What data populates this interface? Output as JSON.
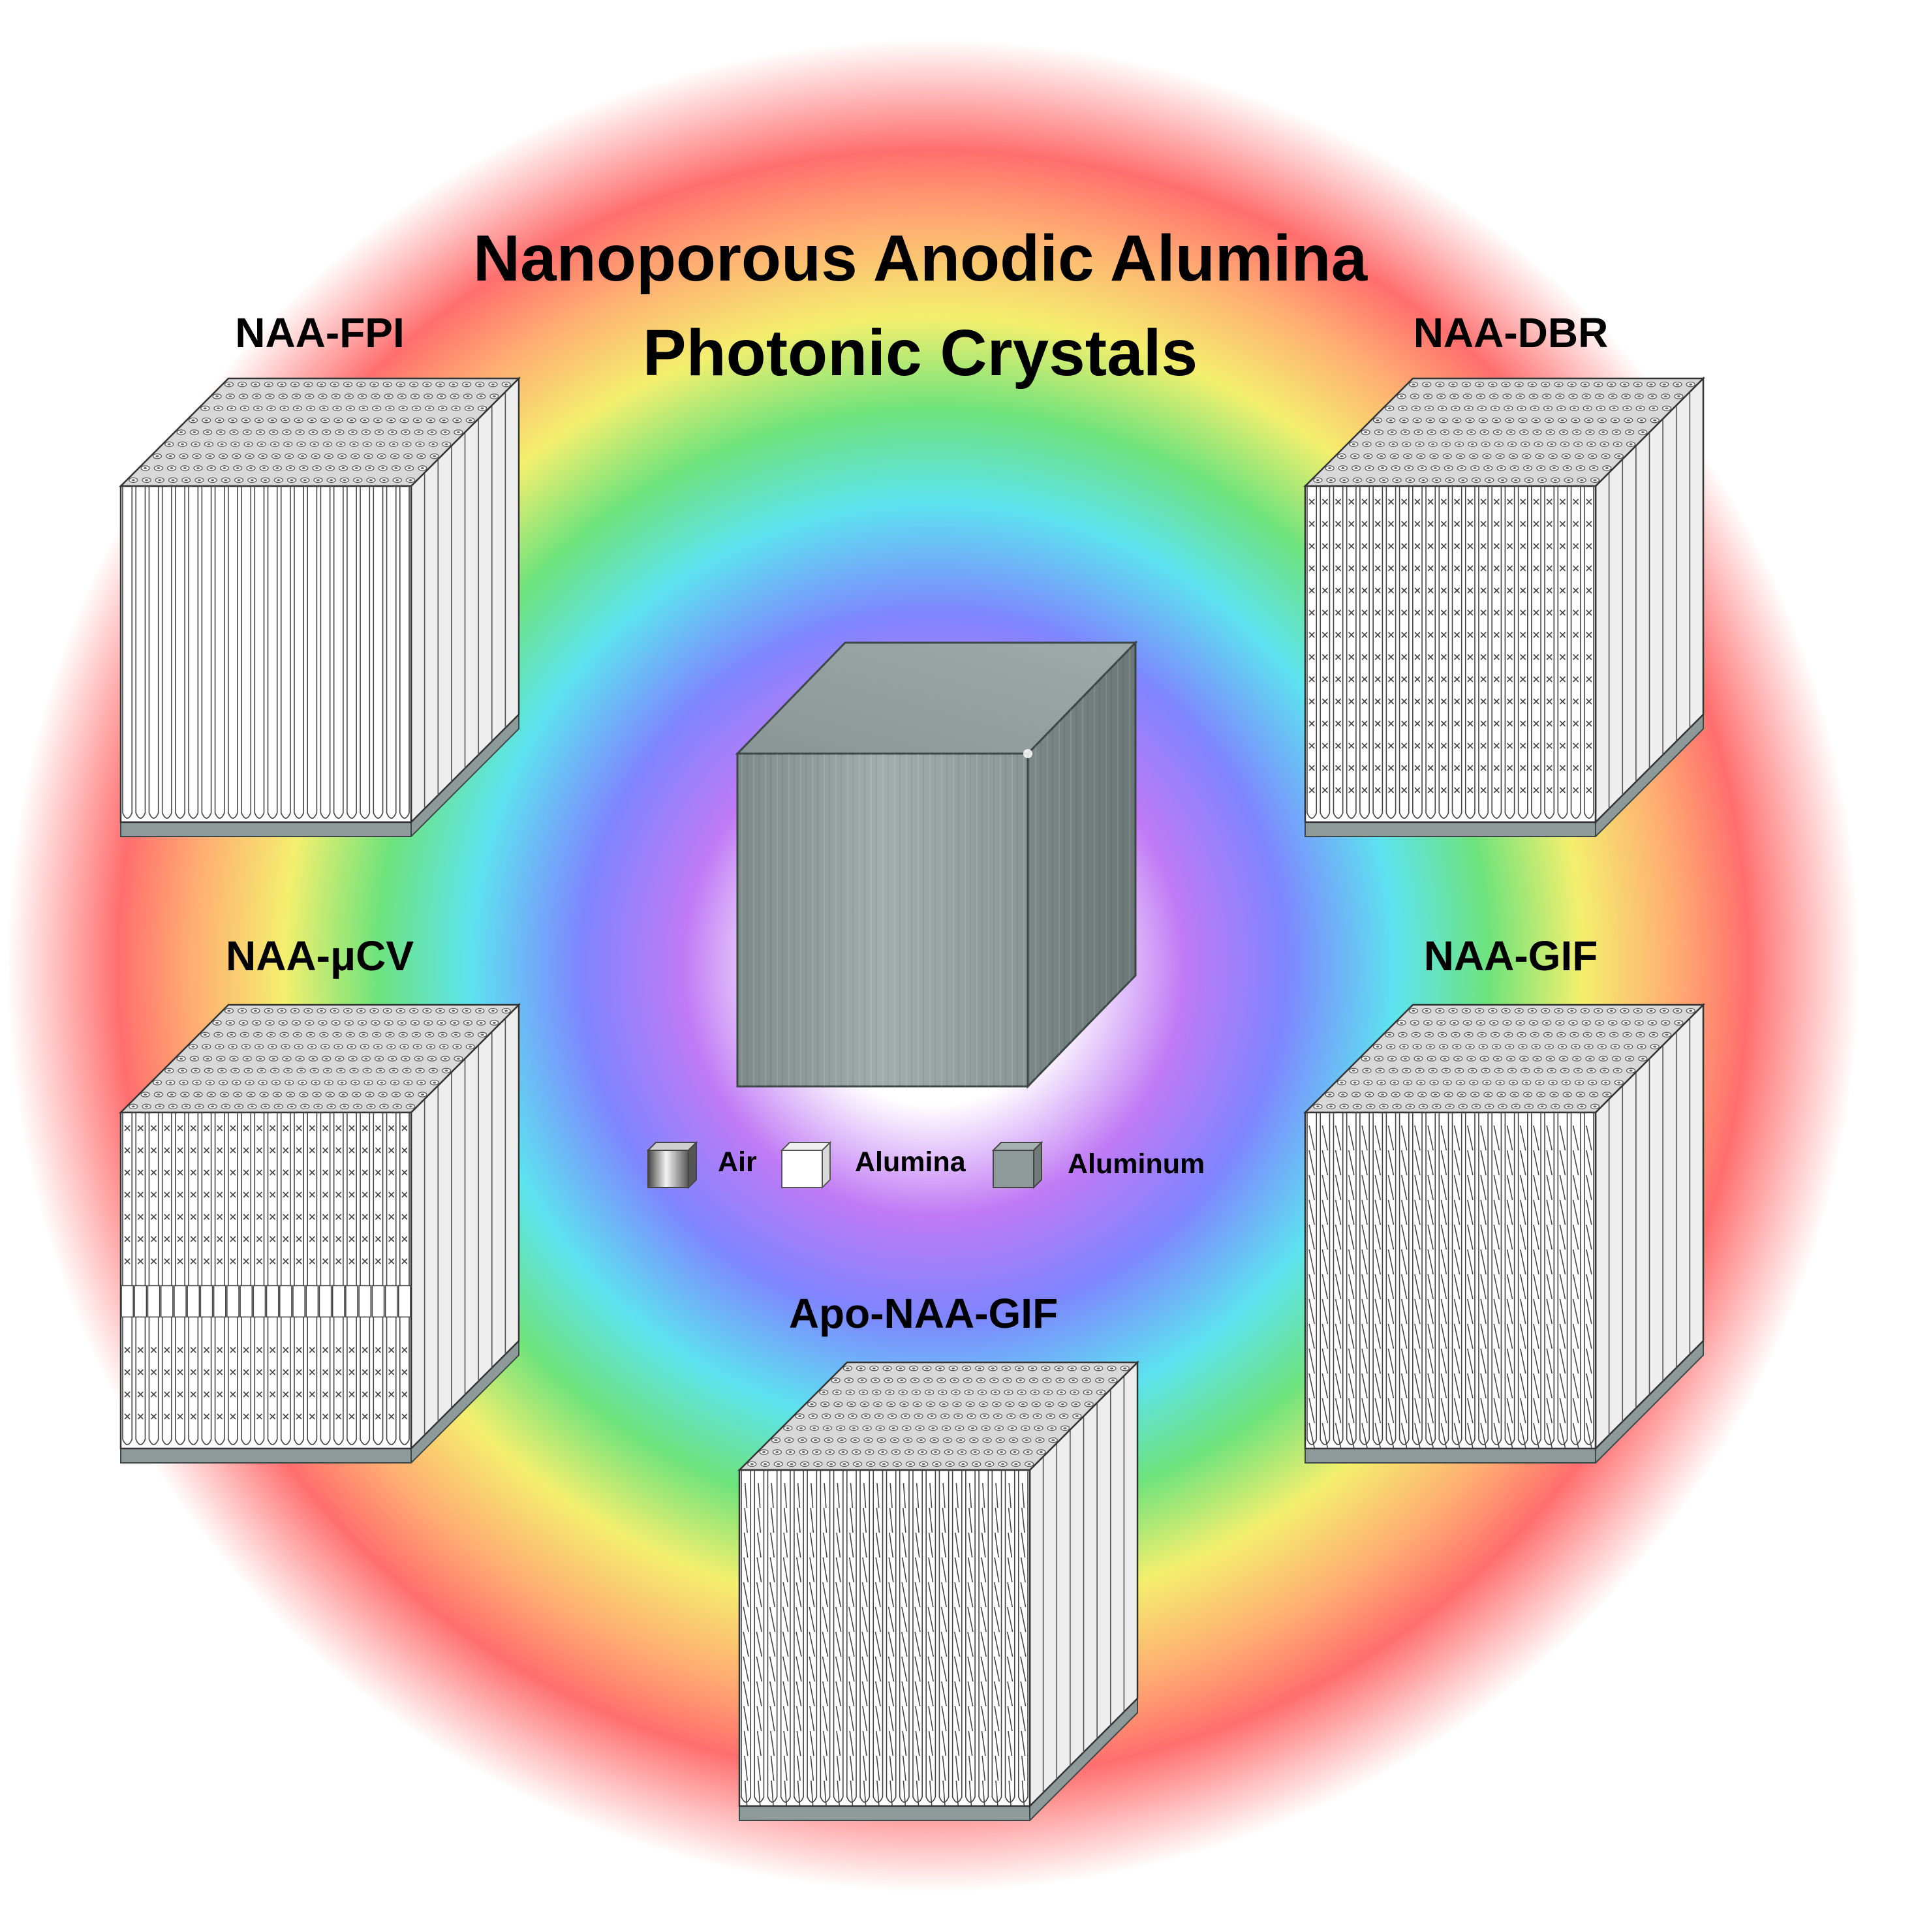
{
  "title": {
    "line1": "Nanoporous Anodic Alumina",
    "line2": "Photonic Crystals"
  },
  "structures": [
    {
      "id": "naa-fpi",
      "label": "NAA-FPI",
      "pore_style": "straight"
    },
    {
      "id": "naa-dbr",
      "label": "NAA-DBR",
      "pore_style": "modulated"
    },
    {
      "id": "naa-ucv",
      "label": "NAA-μCV",
      "pore_style": "cavity"
    },
    {
      "id": "naa-gif",
      "label": "NAA-GIF",
      "pore_style": "sinusoidal"
    },
    {
      "id": "apo-naa-gif",
      "label": "Apo-NAA-GIF",
      "pore_style": "apodized"
    }
  ],
  "center_cube": {
    "material": "Aluminum"
  },
  "legend": [
    {
      "label": "Air",
      "swatch": "air-cube-icon"
    },
    {
      "label": "Alumina",
      "swatch": "alumina-cube-icon"
    },
    {
      "label": "Aluminum",
      "swatch": "aluminum-cube-icon"
    }
  ],
  "colors": {
    "ring_spectrum": [
      "#ffffff",
      "#a855f7",
      "#6d7bff",
      "#4fe0f0",
      "#5fe07a",
      "#f5f06a",
      "#ffb070",
      "#ff6b6b",
      "#ffffff"
    ],
    "aluminum": "#8e9a9a",
    "alumina": "#ffffff",
    "air": "#9a9a9a"
  }
}
